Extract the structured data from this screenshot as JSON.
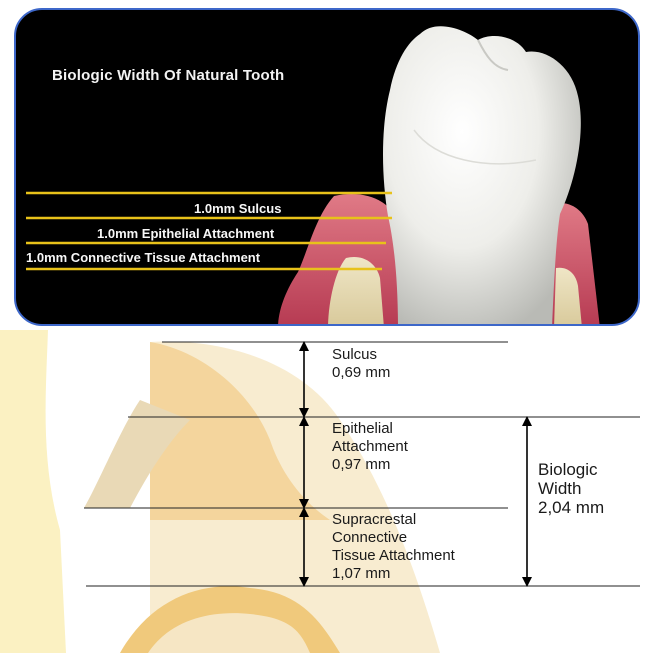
{
  "top_panel": {
    "title": "Biologic Width Of Natural Tooth",
    "labels": {
      "sulcus": "1.0mm Sulcus",
      "epithelial": "1.0mm Epithelial Attachment",
      "connective": "1.0mm Connective Tissue Attachment"
    },
    "colors": {
      "line": "#e8c21a",
      "background": "#000000",
      "border": "#3d67c9"
    }
  },
  "bottom_panel": {
    "sulcus": {
      "name": "Sulcus",
      "value": "0,69 mm"
    },
    "epithelial": {
      "name_line1": "Epithelial",
      "name_line2": "Attachment",
      "value": "0,97 mm"
    },
    "connective": {
      "name_line1": "Supracrestal",
      "name_line2": "Connective",
      "name_line3": "Tissue Attachment",
      "value": "1,07 mm"
    },
    "biologic_width": {
      "line1": "Biologic",
      "line2": "Width",
      "value": "2,04 mm"
    }
  }
}
